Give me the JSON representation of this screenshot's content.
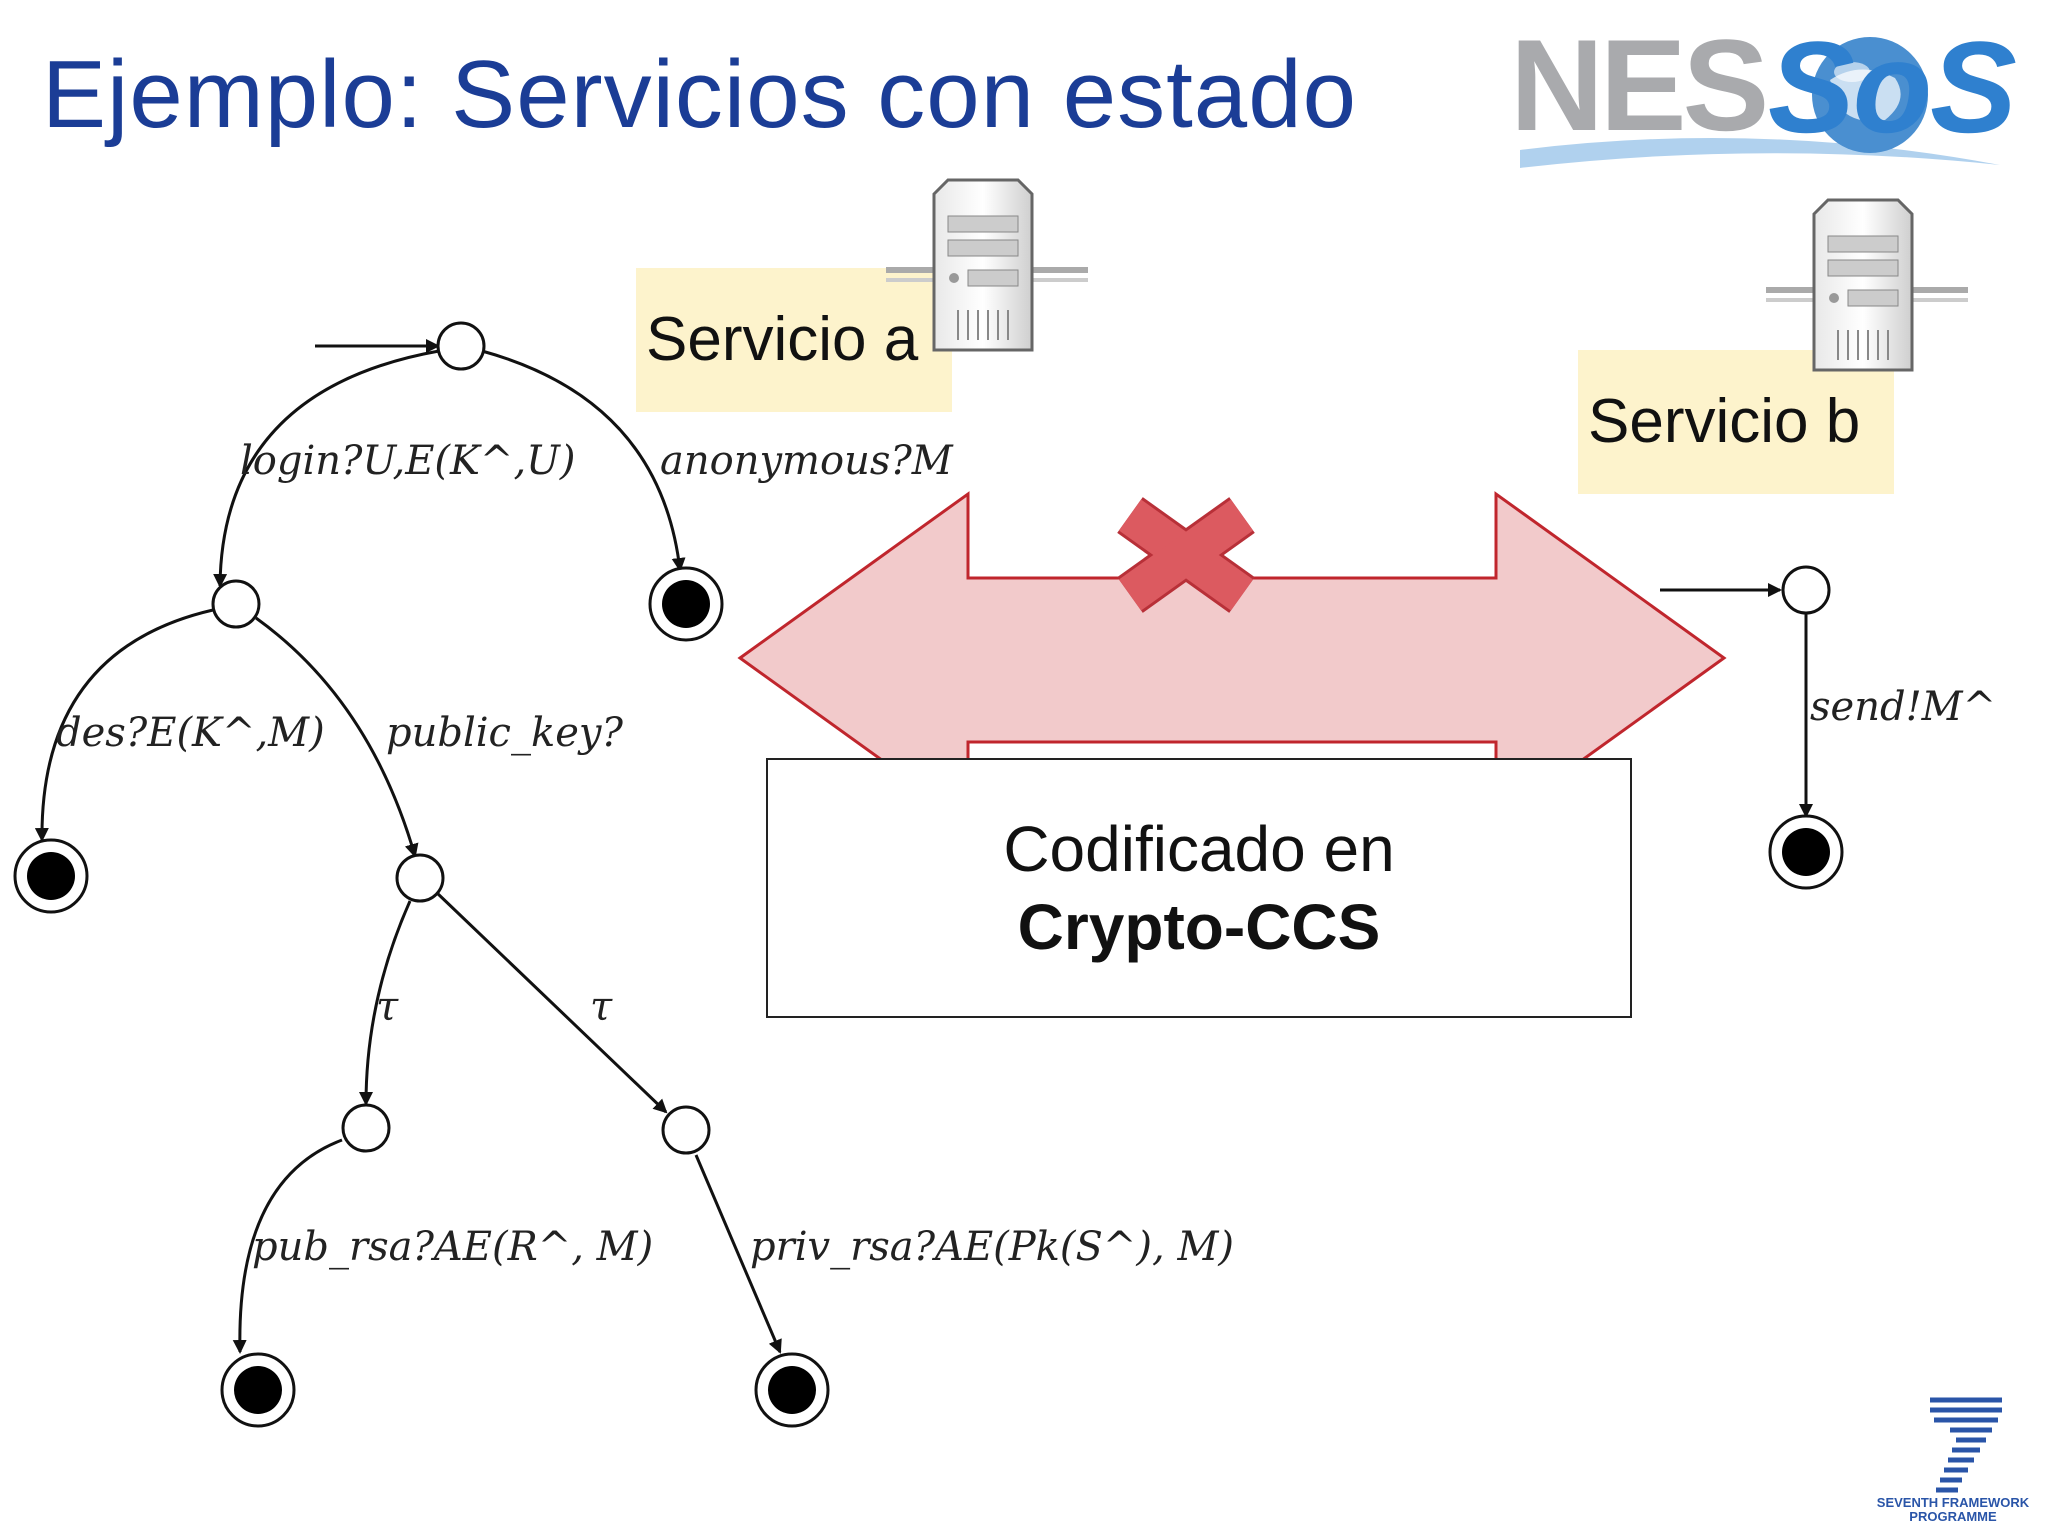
{
  "slide": {
    "title": "Ejemplo: Servicios con estado",
    "logo": {
      "text_left": "NES",
      "text_right": "SoS"
    },
    "footer_logo": {
      "line1": "SEVENTH FRAMEWORK",
      "line2": "PROGRAMME"
    }
  },
  "service_a": {
    "label": "Servicio a",
    "icon": "server-icon"
  },
  "service_b": {
    "label": "Servicio b",
    "icon": "server-icon"
  },
  "codification": {
    "line1": "Codificado en",
    "line2": "Crypto-CCS"
  },
  "automaton_a": {
    "transitions": {
      "login": "login?U,E(K^,U)",
      "anonymous": "anonymous?M",
      "des": "des?E(K^,M)",
      "public_key": "public_key?",
      "tau_left": "τ",
      "tau_right": "τ",
      "pub_rsa": "pub_rsa?AE(R^, M)",
      "priv_rsa": "priv_rsa?AE(Pk(S^), M)"
    }
  },
  "automaton_b": {
    "transitions": {
      "send": "send!M^"
    }
  },
  "colors": {
    "title": "#1b3d96",
    "label_background": "#fdf3cc",
    "arrow_fill": "#f2cacb",
    "arrow_stroke": "#c0262d",
    "cross": "#d9545b"
  }
}
